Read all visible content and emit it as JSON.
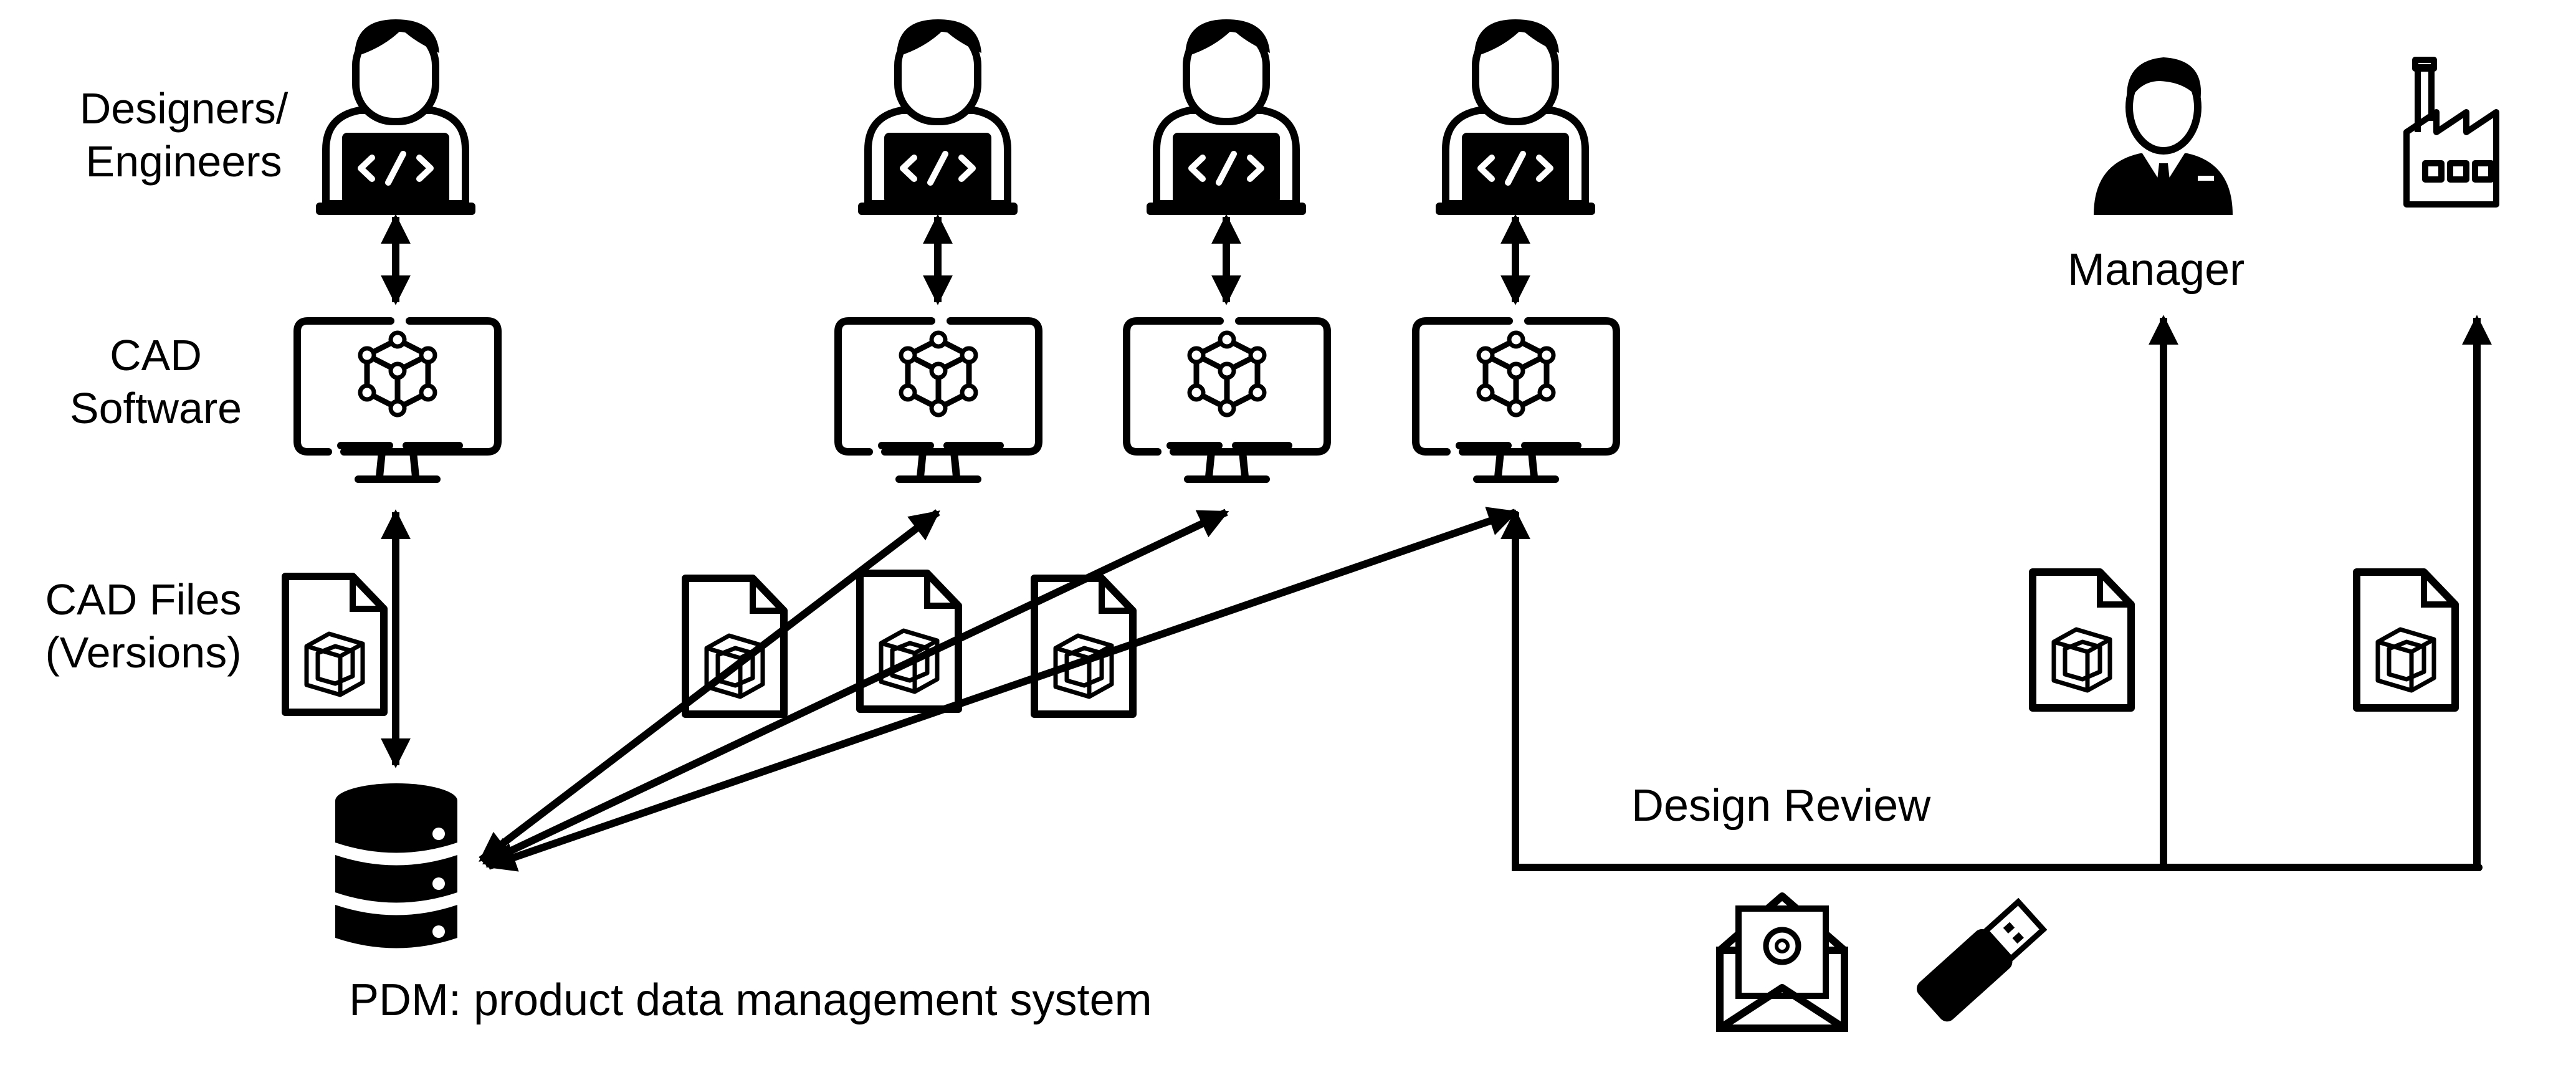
{
  "labels": {
    "designers_line1": "Designers/",
    "designers_line2": "Engineers",
    "cad_line1": "CAD",
    "cad_line2": "Software",
    "files_line1": "CAD Files",
    "files_line2": "(Versions)",
    "pdm": "PDM: product data management system",
    "design_review": "Design Review",
    "manager": "Manager"
  },
  "icons": {
    "person": "developer-person-icon",
    "monitor": "cad-monitor-icon",
    "file": "cad-file-icon",
    "database": "database-icon",
    "manager": "manager-icon",
    "factory": "factory-icon",
    "email": "email-icon",
    "usb": "usb-drive-icon"
  },
  "colors": {
    "stroke": "#000000",
    "background": "#ffffff"
  }
}
